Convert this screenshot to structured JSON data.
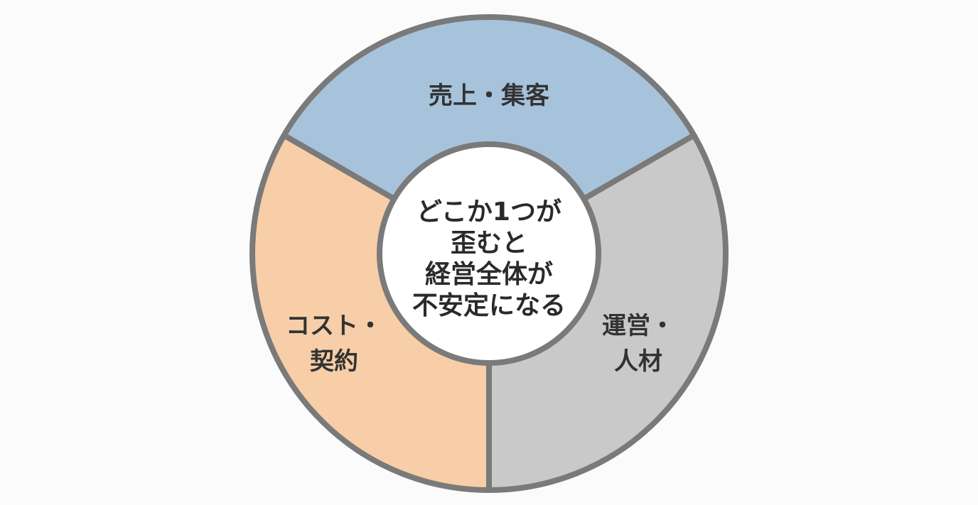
{
  "diagram": {
    "segments": [
      {
        "lines": [
          "売上・集客"
        ],
        "color": "#a7c3dc"
      },
      {
        "lines": [
          "運営・",
          "人材"
        ],
        "color": "#c9c9c9"
      },
      {
        "lines": [
          "コスト・",
          "契約"
        ],
        "color": "#f7cea7"
      }
    ],
    "center": {
      "lines": [
        "どこか1つが",
        "歪むと",
        "経営全体が",
        "不安定になる"
      ],
      "color": "#ffffff"
    },
    "stroke_color": "#7a7a7a"
  }
}
